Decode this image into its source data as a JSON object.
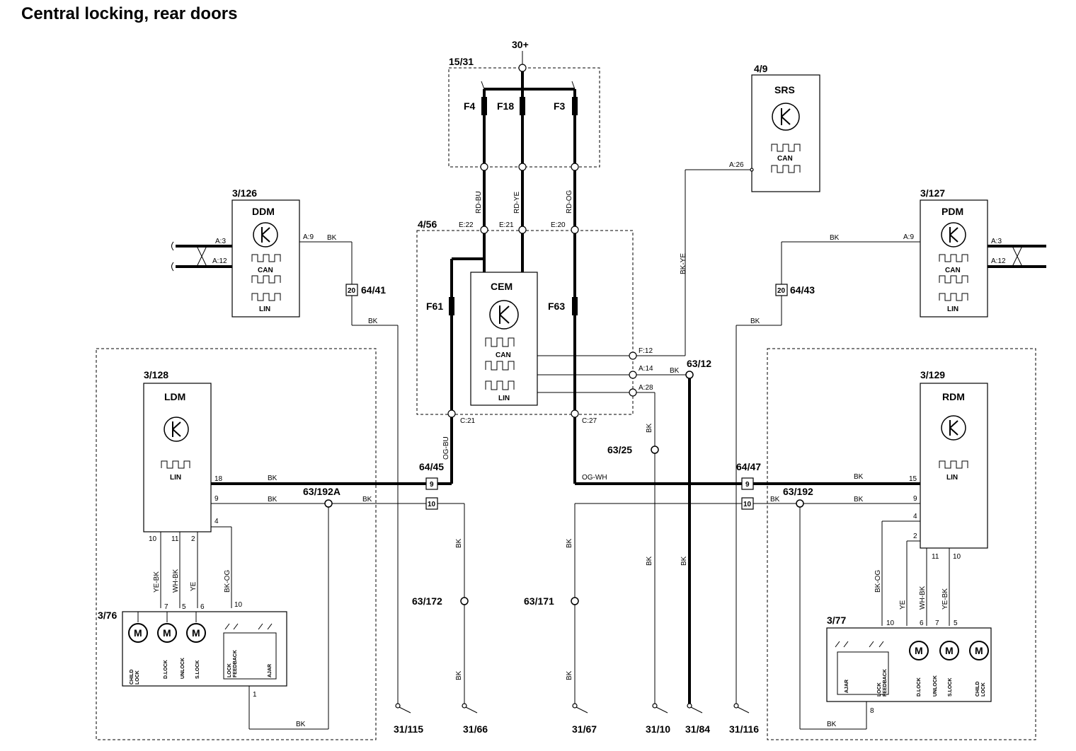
{
  "title": "Central locking, rear doors",
  "modules": {
    "ddm": {
      "ref": "3/126",
      "name": "DDM",
      "can": "CAN",
      "lin": "LIN"
    },
    "pdm": {
      "ref": "3/127",
      "name": "PDM",
      "can": "CAN",
      "lin": "LIN"
    },
    "srs": {
      "ref": "4/9",
      "name": "SRS",
      "can": "CAN"
    },
    "cem": {
      "ref": "4/56",
      "name": "CEM",
      "can": "CAN",
      "lin": "LIN"
    },
    "ldm": {
      "ref": "3/128",
      "name": "LDM",
      "lin": "LIN"
    },
    "rdm": {
      "ref": "3/129",
      "name": "RDM",
      "lin": "LIN"
    },
    "fusebox": {
      "ref": "15/31"
    },
    "lock_left": {
      "ref": "3/76"
    },
    "lock_right": {
      "ref": "3/77"
    }
  },
  "supply": "30+",
  "fuses": [
    "F4",
    "F18",
    "F3",
    "F61",
    "F63"
  ],
  "wires": {
    "rd_bu": "RD-BU",
    "rd_ye": "RD-YE",
    "rd_og": "RD-OG",
    "bk": "BK",
    "bk_ye": "BK-YE",
    "og_bu": "OG-BU",
    "og_wh": "OG-WH",
    "ye_bk": "YE-BK",
    "wh_bk": "WH-BK",
    "ye": "YE",
    "bk_og": "BK-OG"
  },
  "pins": {
    "a3": "A:3",
    "a12": "A:12",
    "a9": "A:9",
    "a26": "A:26",
    "e22": "E:22",
    "e21": "E:21",
    "e20": "E:20",
    "f12": "F:12",
    "a14": "A:14",
    "a28": "A:28",
    "c21": "C:21",
    "c27": "C:27"
  },
  "connectors": {
    "c6441": "64/41",
    "c6443": "64/43",
    "c6445": "64/45",
    "c6447": "64/47",
    "p20": "20",
    "p9": "9",
    "p10": "10"
  },
  "splices": {
    "s6312": "63/12",
    "s6325": "63/25",
    "s63192a": "63/192A",
    "s63192": "63/192",
    "s63172": "63/172",
    "s63171": "63/171"
  },
  "grounds": [
    "31/115",
    "31/66",
    "31/67",
    "31/10",
    "31/84",
    "31/116"
  ],
  "lock_labels": {
    "child": "CHILD\nLOCK",
    "dlock": "D.LOCK",
    "unlock": "UNLOCK",
    "slock": "S.LOCK",
    "feedback": "LOCK\nFEEDBACK",
    "ajar": "AJAR"
  }
}
